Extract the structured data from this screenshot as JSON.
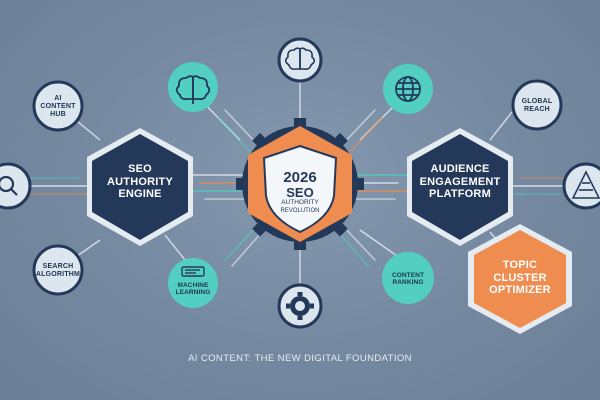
{
  "hubs": {
    "seo_authority_engine": "SEO\nAUTHORITY\nENGINE",
    "audience_engagement_platform": "AUDIENCE\nENGAGEMENT\nPLATFORM",
    "topic_cluster_optimizer": "TOPIC\nCLUSTER\nOPTIMIZER"
  },
  "center": {
    "year": "2026",
    "line1": "SEO",
    "line2": "AUTHORITY",
    "line3": "REVOLUTION"
  },
  "nodes": {
    "ai_content_hub": "AI\nCONTENT\nHUB",
    "search_algorithm": "SEARCH\nALGORITHM",
    "global_reach": "GLOBAL\nREACH",
    "content_ranking": "CONTENT\nRANKING",
    "machine_learning": "MACHINE\nLEARNING"
  },
  "caption": "AI CONTENT: THE NEW DIGITAL FOUNDATION",
  "colors": {
    "background": "#7589a0",
    "navy": "#24395a",
    "teal": "#52cfc0",
    "orange": "#ef8c4f",
    "light": "#dce6ee"
  },
  "icons": {
    "brain_top": "brain-icon",
    "brain_left": "brain-icon",
    "globe": "globe-icon",
    "search": "magnifier-icon",
    "chart": "triangle-chart-icon",
    "document": "document-icon",
    "gear": "gear-icon",
    "shield": "shield-icon"
  }
}
